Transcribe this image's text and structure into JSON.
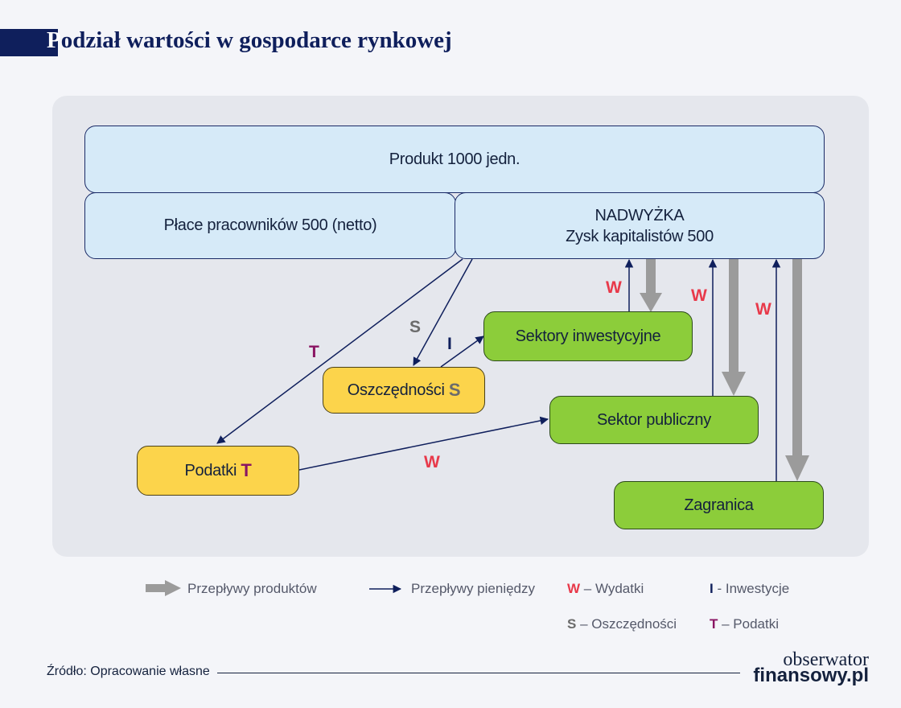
{
  "title": {
    "first_letter": "P",
    "rest": "odział wartości w gospodarce rynkowej"
  },
  "boxes": {
    "product": "Produkt 1000 jedn.",
    "wages": "Płace pracowników 500 (netto)",
    "surplus_line1": "NADWYŻKA",
    "surplus_line2": "Zysk kapitalistów  500",
    "investment_sectors": "Sektory inwestycyjne",
    "savings": "Oszczędności",
    "savings_mark": "S",
    "public_sector": "Sektor publiczny",
    "taxes": "Podatki",
    "taxes_mark": "T",
    "abroad": "Zagranica"
  },
  "flow_labels": {
    "t": "T",
    "s": "S",
    "i": "I",
    "w_tax_to_public": "W",
    "w_investment": "W",
    "w_public": "W",
    "w_abroad": "W"
  },
  "legend": {
    "product_flows": "Przepływy produktów",
    "money_flows": "Przepływy pieniędzy",
    "w_key": "W",
    "w_text": " – Wydatki",
    "i_key": "I",
    "i_text": " - Inwestycje",
    "s_key": "S",
    "s_text": " – Oszczędności",
    "t_key": "T",
    "t_text": " – Podatki"
  },
  "source": "Źródło: Opracowanie własne",
  "logo": {
    "line1": "obserwator",
    "line2": "finansowy.pl"
  },
  "colors": {
    "navy": "#0f1f5c",
    "box_blue": "#d6eaf8",
    "box_green": "#8ccd3a",
    "box_yellow": "#fcd44b",
    "w_red": "#e8394a",
    "t_purple": "#8a1563",
    "s_gray": "#6b6b6b",
    "product_flow_gray": "#9b9b9b"
  }
}
